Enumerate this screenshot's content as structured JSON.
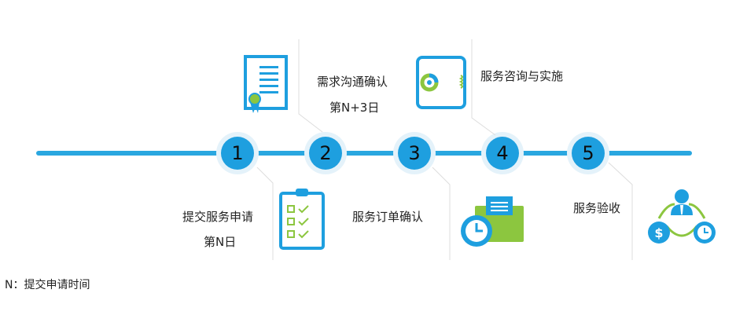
{
  "steps": [
    {
      "number": "1",
      "label": "提交服务申请",
      "sublabel": "第N日"
    },
    {
      "number": "2",
      "label": "需求沟通确认",
      "sublabel": "第N+3日"
    },
    {
      "number": "3",
      "label": "服务订单确认"
    },
    {
      "number": "4",
      "label": "服务咨询与实施"
    },
    {
      "number": "5",
      "label": "服务验收"
    }
  ],
  "footnote": "N：提交申请时间",
  "icons": [
    "certificate-icon",
    "chart-folder-icon",
    "checklist-icon",
    "clock-document-icon",
    "person-money-cycle-icon"
  ],
  "colors": {
    "accent": "#2aa7e0",
    "node": "#1e9fdf",
    "green": "#8cc63f",
    "light": "#e4f2fa"
  }
}
